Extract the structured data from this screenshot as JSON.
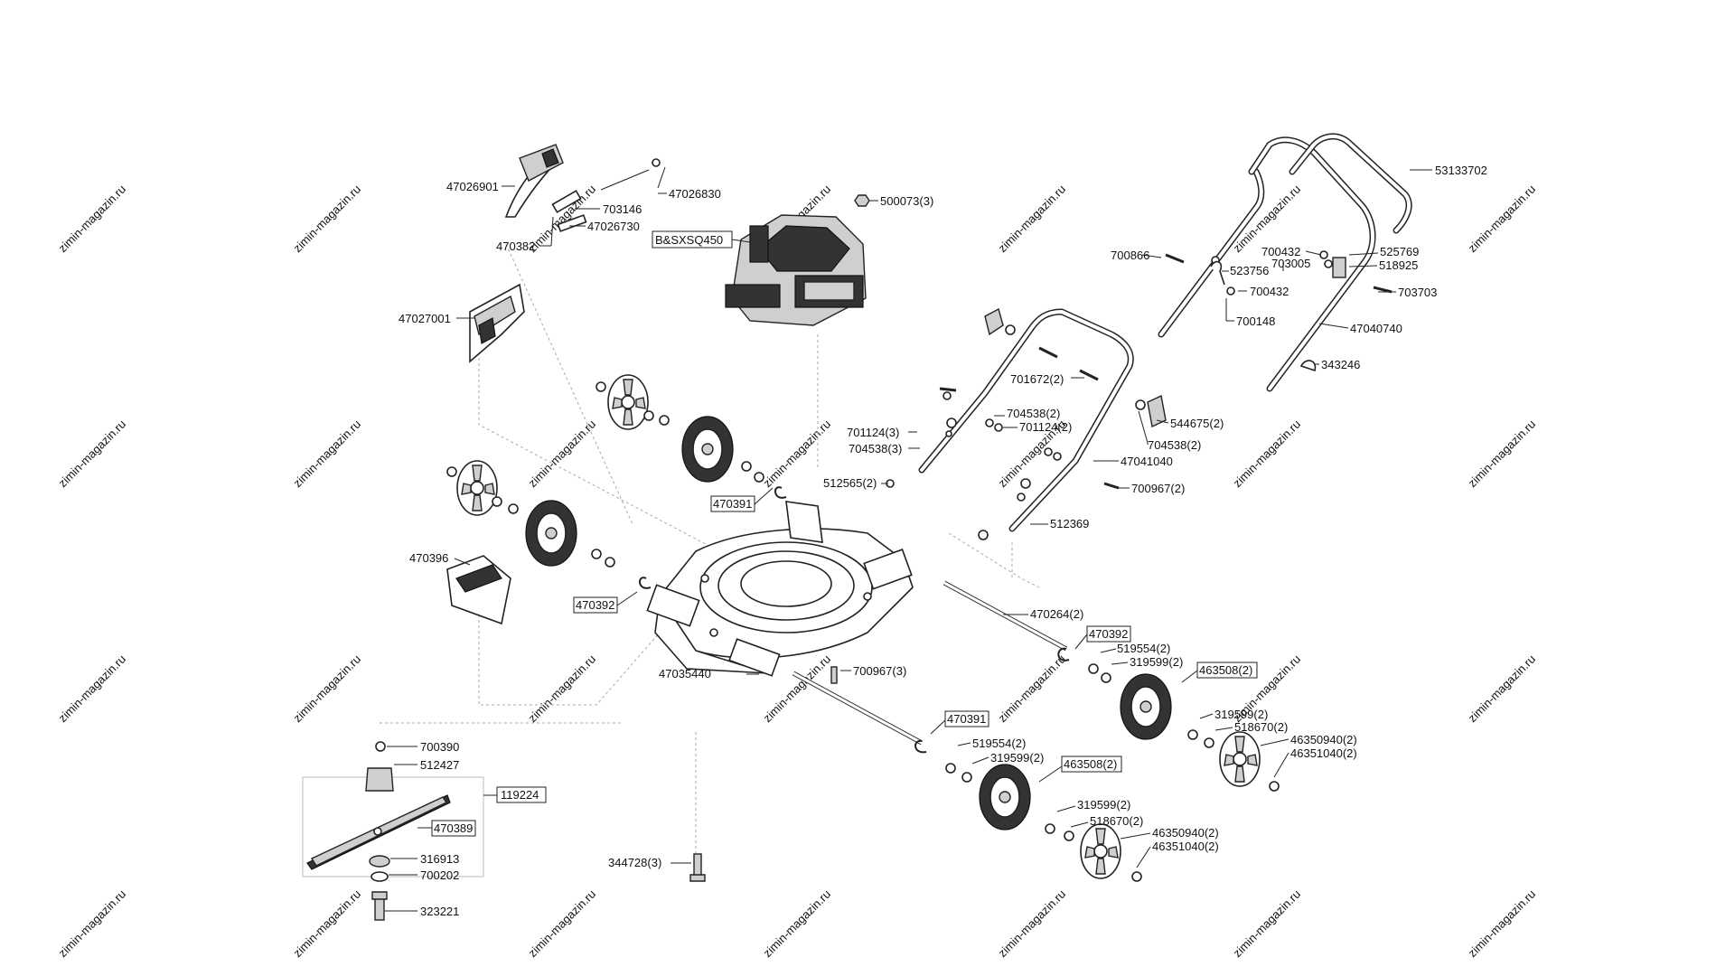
{
  "watermark": "zimin-magazin.ru",
  "labels": {
    "l47026901": "47026901",
    "l47026830": "47026830",
    "l703146": "703146",
    "l47026730": "47026730",
    "l470382": "470382",
    "l47027001": "47027001",
    "lEngine": "B&SXSQ450",
    "l500073": "500073(3)",
    "l53133702": "53133702",
    "l700866": "700866",
    "l700432a": "700432",
    "l703005": "703005",
    "l525769": "525769",
    "l518925": "518925",
    "l523756": "523756",
    "l700432b": "700432",
    "l703703": "703703",
    "l700148": "700148",
    "l47040740": "47040740",
    "l343246": "343246",
    "l701672": "701672(2)",
    "l704538a": "704538(2)",
    "l701124a": "701124(3)",
    "l701124b": "701124(2)",
    "l704538b": "704538(3)",
    "l544675": "544675(2)",
    "l704538c": "704538(2)",
    "l47041040": "47041040",
    "l512565": "512565(2)",
    "l700967a": "700967(2)",
    "l470391a": "470391",
    "l512369": "512369",
    "l470396": "470396",
    "l470392a": "470392",
    "l470264": "470264(2)",
    "l470392b": "470392",
    "l519554a": "519554(2)",
    "l319599a": "319599(2)",
    "l463508a": "463508(2)",
    "l47035440": "47035440",
    "l700967b": "700967(3)",
    "l319599b": "319599(2)",
    "l518670a": "518670(2)",
    "l46350940a": "46350940(2)",
    "l46351040a": "46351040(2)",
    "l470391b": "470391",
    "l519554b": "519554(2)",
    "l319599c": "319599(2)",
    "l463508b": "463508(2)",
    "l700390": "700390",
    "l512427": "512427",
    "l119224": "119224",
    "l470389": "470389",
    "l316913": "316913",
    "l700202": "700202",
    "l323221": "323221",
    "l344728": "344728(3)",
    "l319599d": "319599(2)",
    "l518670b": "518670(2)",
    "l46350940b": "46350940(2)",
    "l46351040b": "46351040(2)"
  }
}
